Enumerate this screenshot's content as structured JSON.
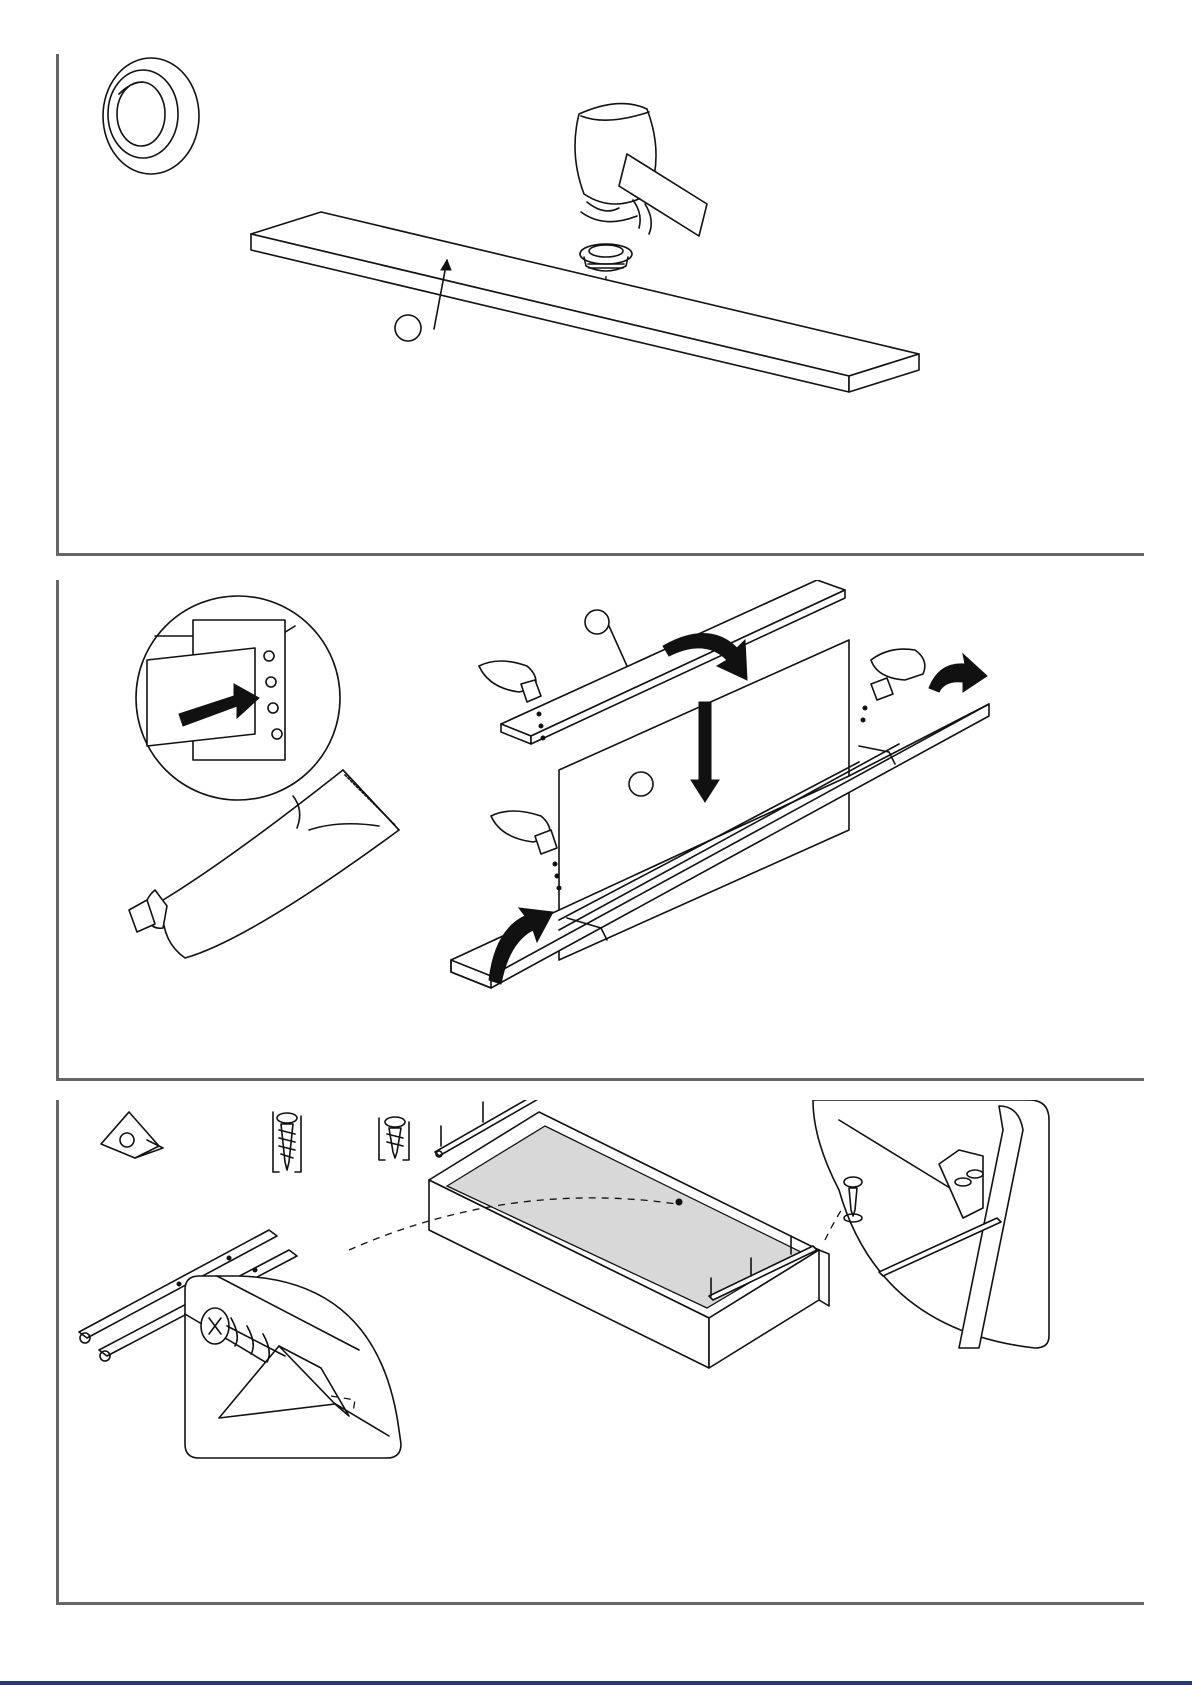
{
  "page": {
    "title": "",
    "steps": [
      {
        "id": "step-1",
        "parts": [
          "grommet"
        ],
        "part_callouts": [
          ""
        ]
      },
      {
        "id": "step-2",
        "parts": [
          "glue-tube"
        ],
        "part_callouts": [
          "",
          ""
        ]
      },
      {
        "id": "step-3",
        "parts": [
          "corner-bracket",
          "long-screw",
          "short-screw",
          "drawer-runners"
        ]
      }
    ],
    "colors": {
      "panel_border": "#666666",
      "footer_rule": "#1f3a8a",
      "ink": "#111111"
    }
  }
}
